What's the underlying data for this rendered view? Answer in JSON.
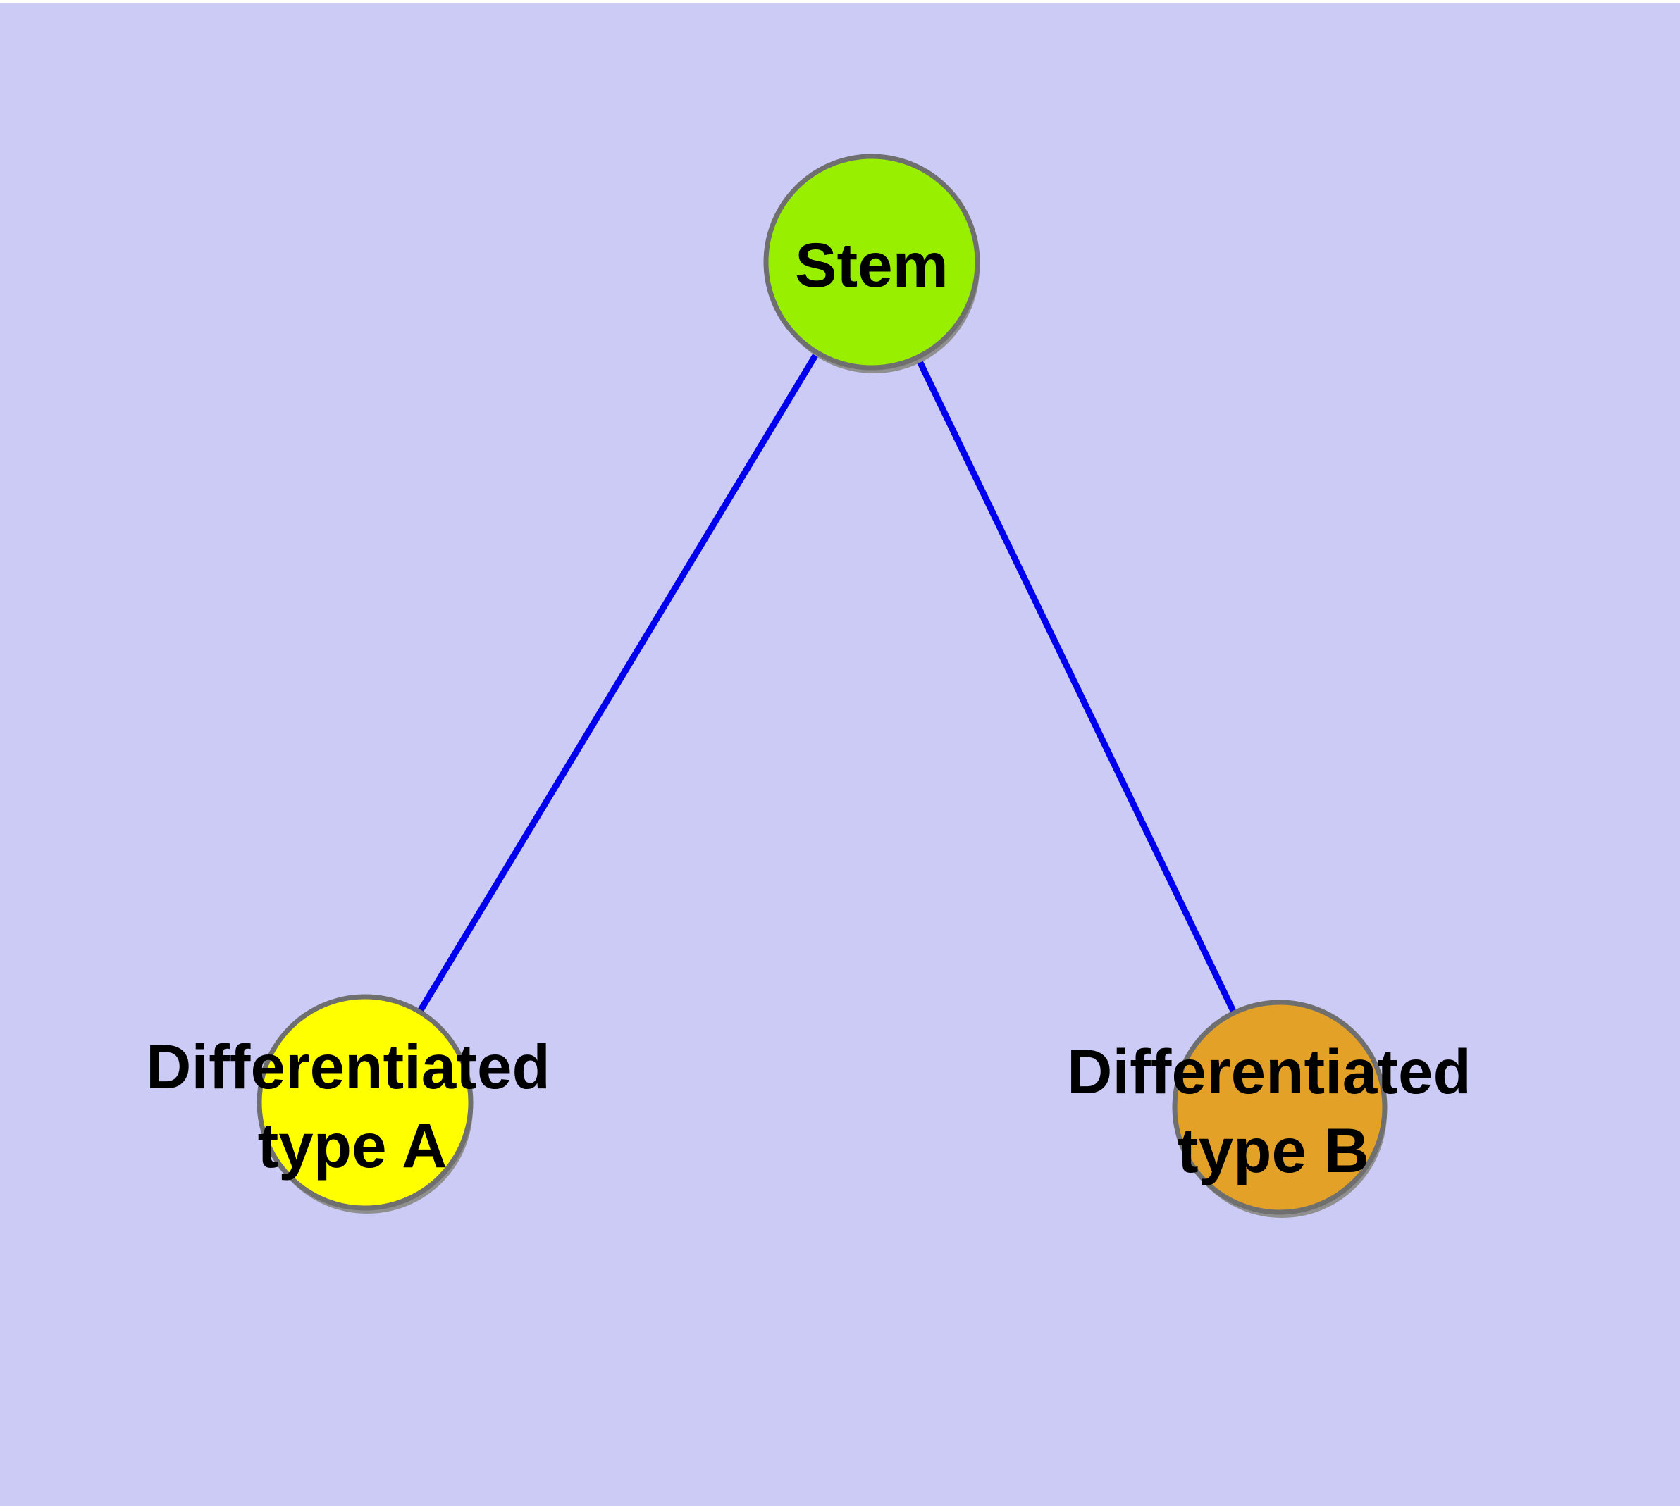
{
  "diagram": {
    "type": "node-link-graph",
    "background_color": "#cbcbf5",
    "top_border_color": "#ffffff",
    "edge_color": "#0000ee",
    "node_border_color": "#6f6f6f",
    "node_shadow_color": "#8f8f8f",
    "label_color": "#000000",
    "nodes": [
      {
        "id": "stem",
        "lines": [
          "Stem"
        ],
        "fill": "#99ef00"
      },
      {
        "id": "differentiated-type-a",
        "lines": [
          "Differentiated",
          "type A"
        ],
        "fill": "#ffff00"
      },
      {
        "id": "differentiated-type-b",
        "lines": [
          "Differentiated",
          "type B"
        ],
        "fill": "#e3a127"
      }
    ],
    "edges": [
      {
        "from": "stem",
        "to": "differentiated-type-a"
      },
      {
        "from": "stem",
        "to": "differentiated-type-b"
      }
    ]
  }
}
